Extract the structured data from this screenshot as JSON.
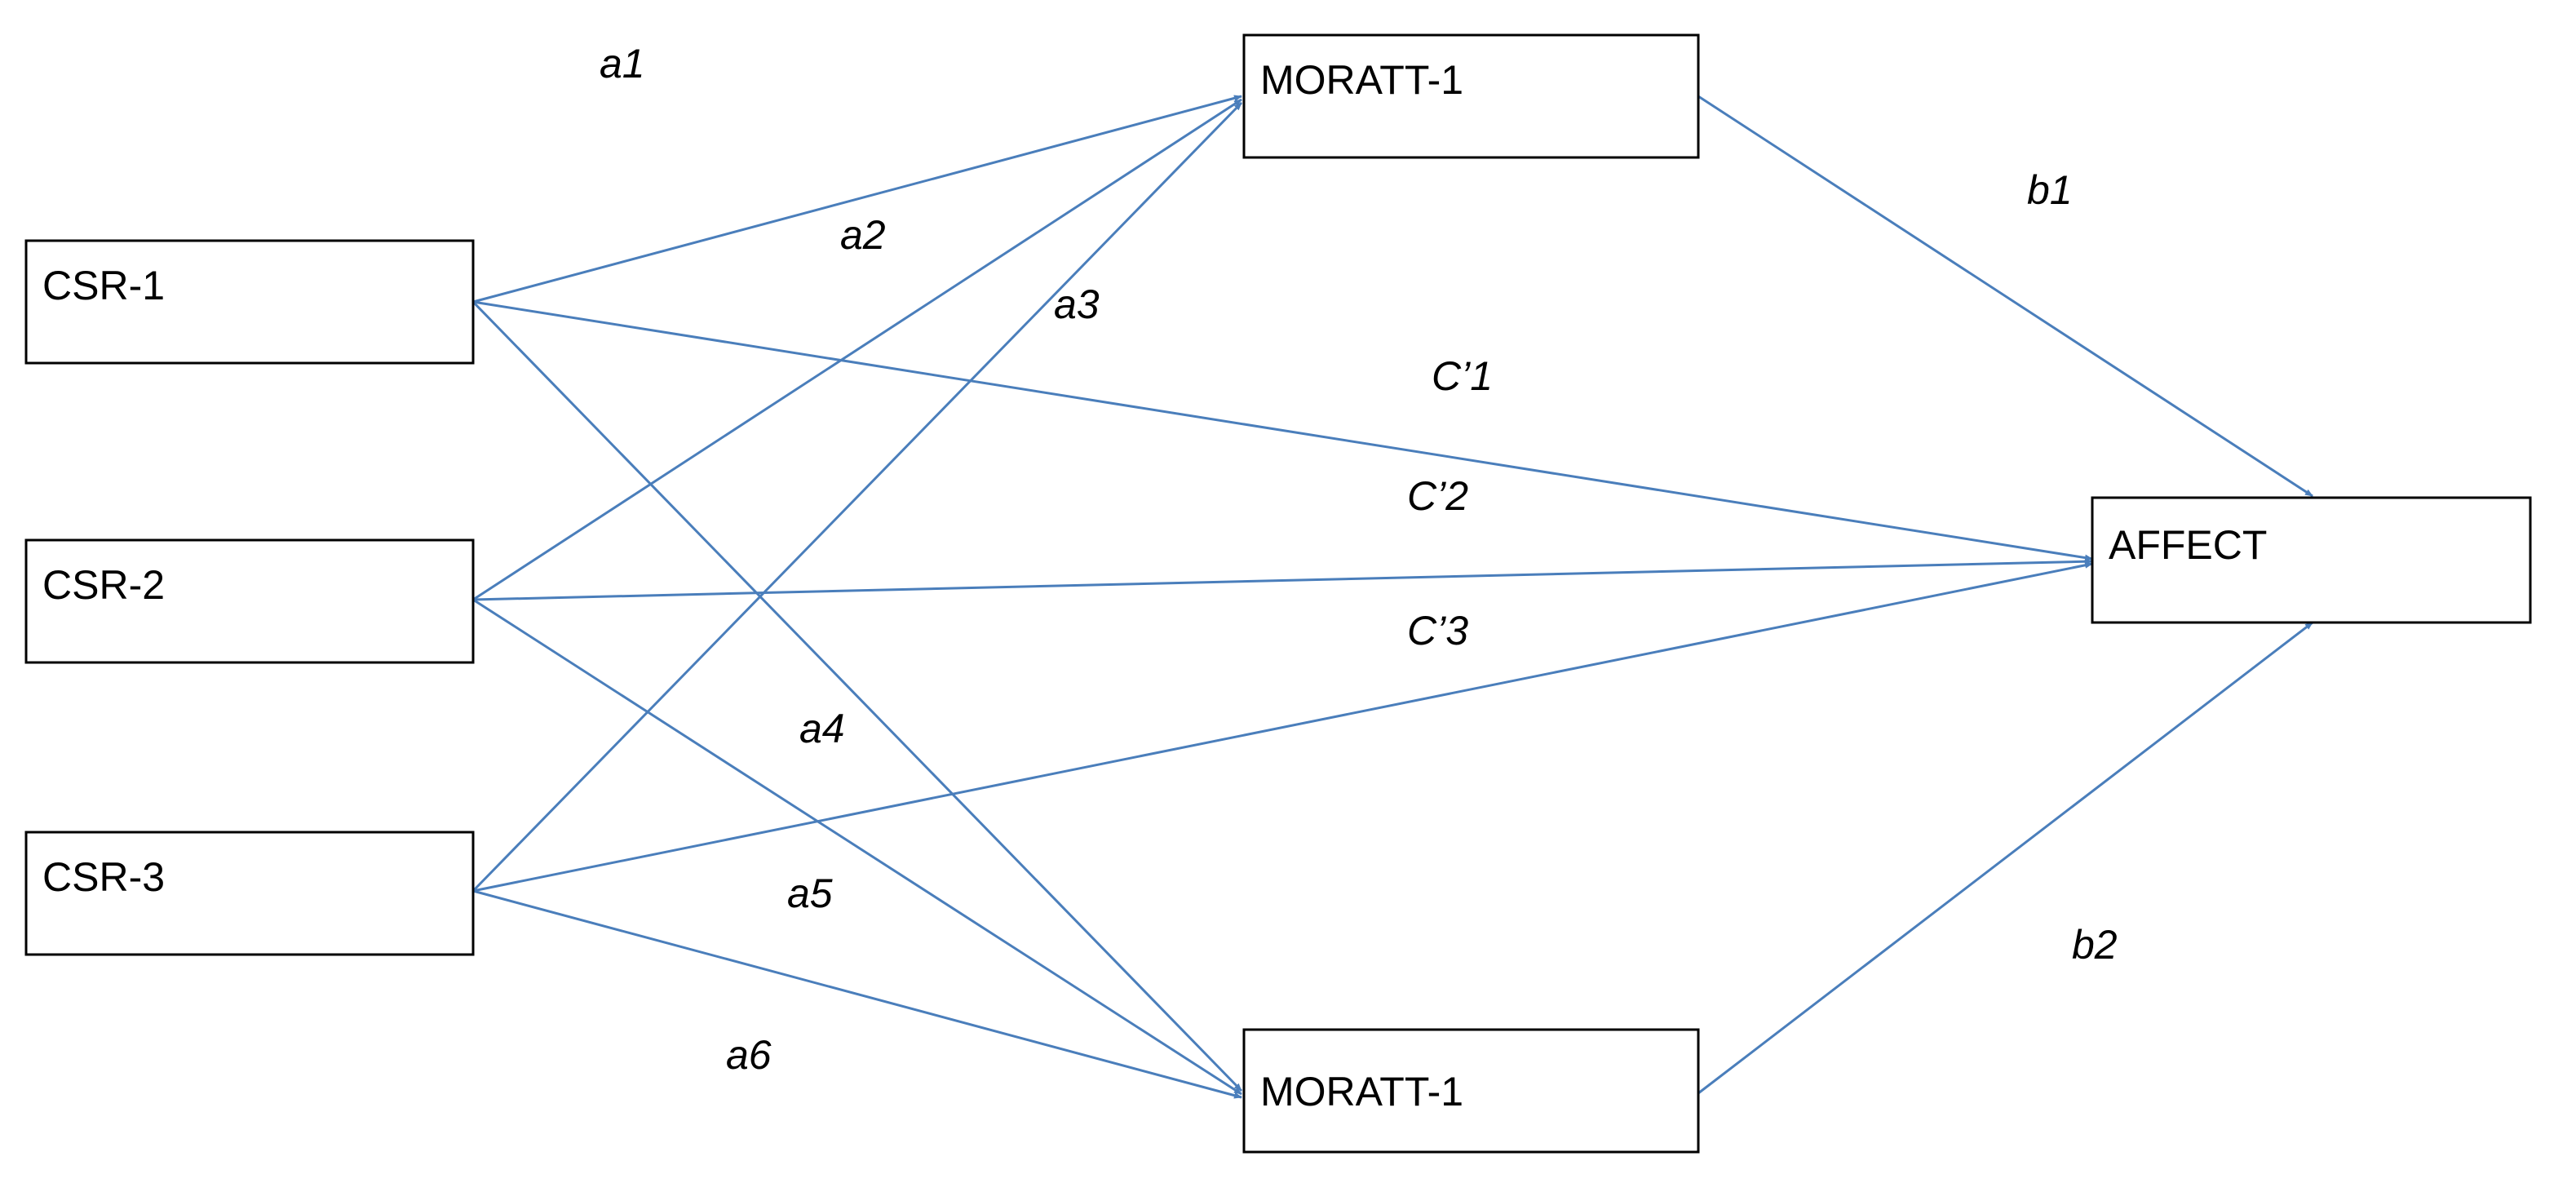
{
  "colors": {
    "edge": "#4a7ebb",
    "node_border": "#000000",
    "text": "#000000",
    "background": "#ffffff"
  },
  "nodes": [
    {
      "id": "csr1",
      "label": "CSR-1"
    },
    {
      "id": "csr2",
      "label": "CSR-2"
    },
    {
      "id": "csr3",
      "label": "CSR-3"
    },
    {
      "id": "moratt_top",
      "label": "MORATT-1"
    },
    {
      "id": "moratt_bottom",
      "label": "MORATT-1"
    },
    {
      "id": "affect",
      "label": "AFFECT"
    }
  ],
  "edges": [
    {
      "from": "csr1",
      "to": "moratt_top"
    },
    {
      "from": "csr2",
      "to": "moratt_top"
    },
    {
      "from": "csr3",
      "to": "moratt_top"
    },
    {
      "from": "csr1",
      "to": "moratt_bottom"
    },
    {
      "from": "csr2",
      "to": "moratt_bottom"
    },
    {
      "from": "csr3",
      "to": "moratt_bottom"
    },
    {
      "from": "csr1",
      "to": "affect"
    },
    {
      "from": "csr2",
      "to": "affect"
    },
    {
      "from": "csr3",
      "to": "affect"
    },
    {
      "from": "moratt_top",
      "to": "affect"
    },
    {
      "from": "moratt_bottom",
      "to": "affect"
    }
  ],
  "edge_labels": {
    "a1": "a1",
    "a2": "a2",
    "a3": "a3",
    "a4": "a4",
    "a5": "a5",
    "a6": "a6",
    "b1": "b1",
    "b2": "b2",
    "c1": "C’1",
    "c2": "C’2",
    "c3": "C’3"
  }
}
